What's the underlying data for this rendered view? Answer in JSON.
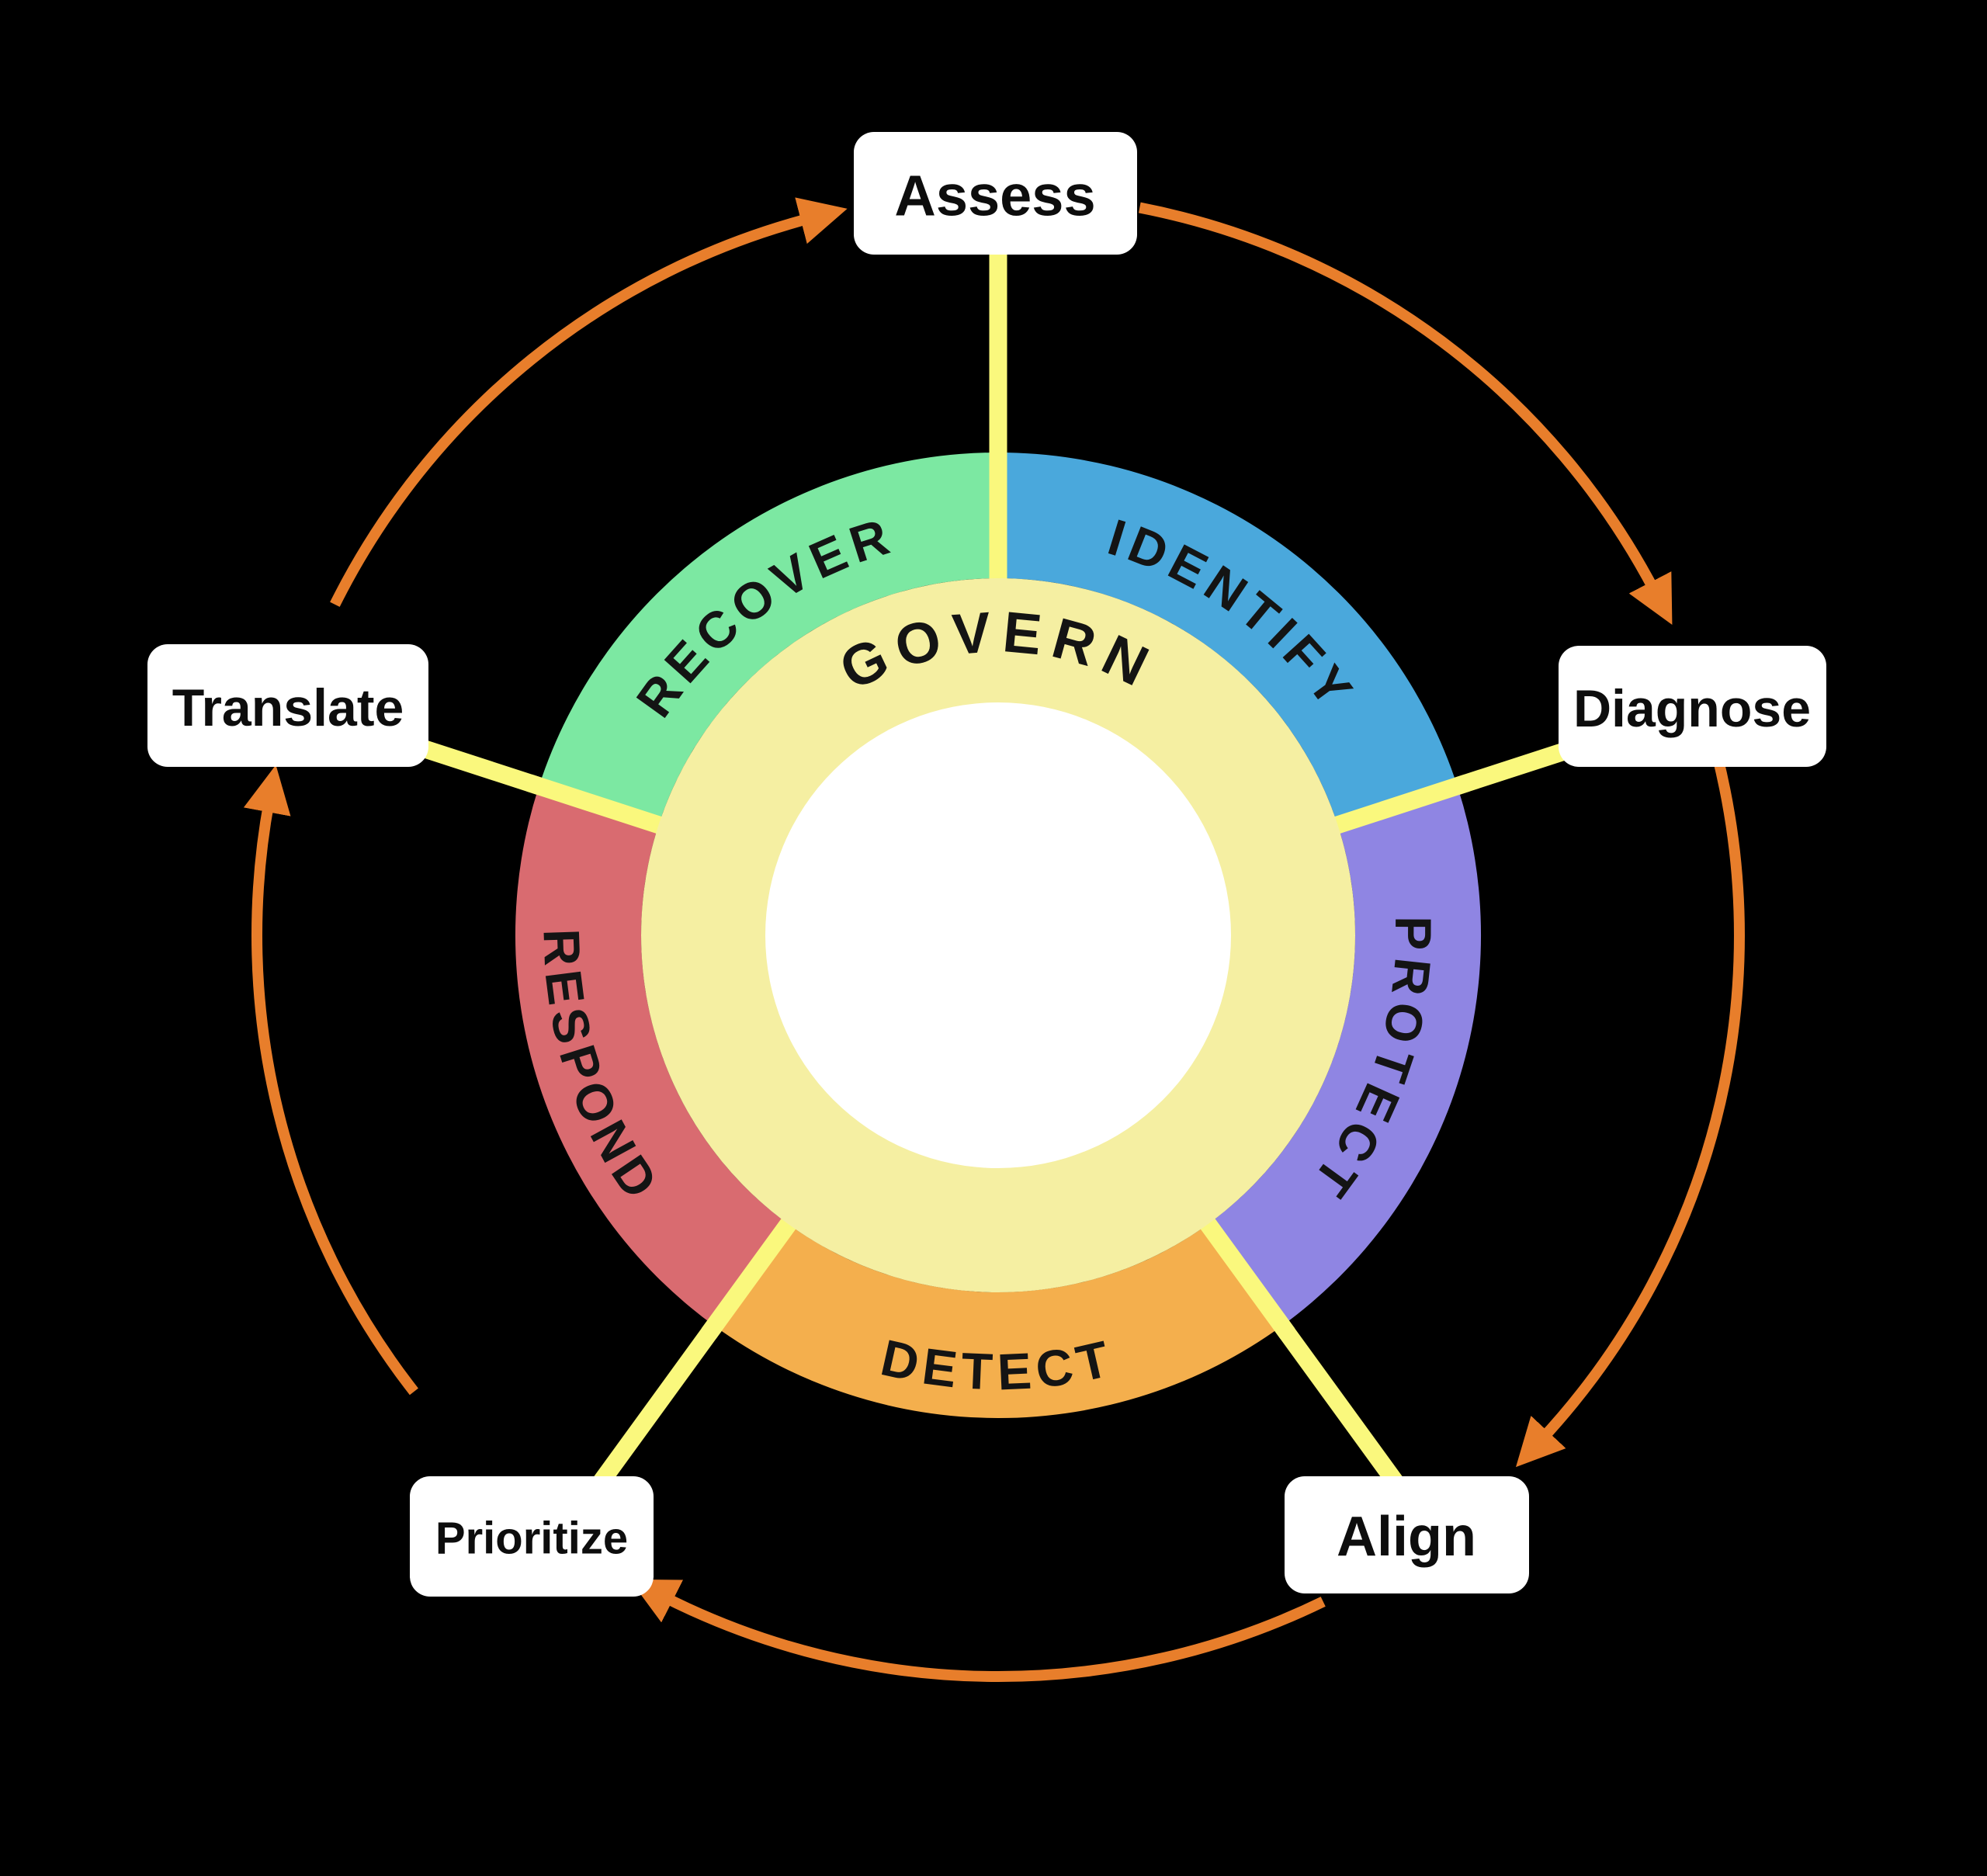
{
  "canvas": {
    "background": "#000000"
  },
  "cycle": {
    "arrow_color": "#E87E2B",
    "box_fill": "#FFFFFF",
    "stages": [
      {
        "label": "Assess"
      },
      {
        "label": "Diagnose"
      },
      {
        "label": "Align"
      },
      {
        "label": "Prioritize"
      },
      {
        "label": "Translate"
      }
    ]
  },
  "wheel": {
    "connector_color": "#FAF87D",
    "center_fill": "#FFFFFF",
    "govern": {
      "label": "GOVERN",
      "ring_color": "#F5EFA2"
    },
    "segments": [
      {
        "label": "IDENTIFY",
        "color": "#4AA8DC"
      },
      {
        "label": "PROTECT",
        "color": "#8F85E3"
      },
      {
        "label": "DETECT",
        "color": "#F4AF4D"
      },
      {
        "label": "RESPOND",
        "color": "#D96B70"
      },
      {
        "label": "RECOVER",
        "color": "#7CE8A2"
      }
    ]
  }
}
